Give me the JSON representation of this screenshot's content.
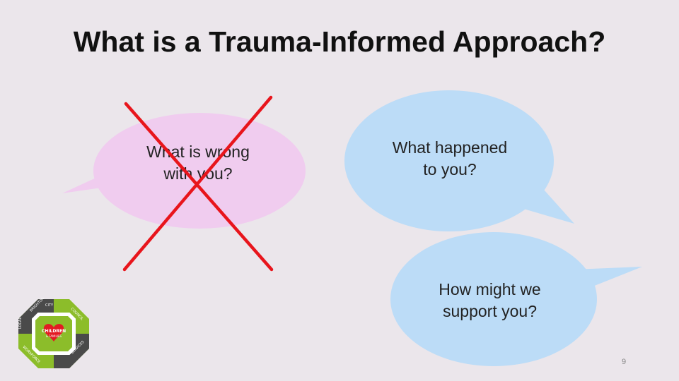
{
  "slide": {
    "title": "What is a Trauma-Informed Approach?",
    "page_number": "9"
  },
  "bubbles": [
    {
      "line1": "What is wrong",
      "line2": "with you?",
      "color": "#f0ccef",
      "crossed_out": true
    },
    {
      "line1": "What happened",
      "line2": "to you?",
      "color": "#bcdcf7"
    },
    {
      "line1": "How might we",
      "line2": "support you?",
      "color": "#bcdcf7"
    }
  ],
  "cross_color": "#e8151c",
  "logo": {
    "center_line1": "CHILDREN",
    "center_line2": "& FAMILIES",
    "segments": [
      "BRIGHTON",
      "CITY",
      "COUNCIL",
      "SERVICES",
      "WORKFORCE",
      "LOCAL"
    ],
    "colors": {
      "green": "#8cbd2a",
      "dark": "#4a4a4a",
      "heart": "#e21b23"
    }
  }
}
